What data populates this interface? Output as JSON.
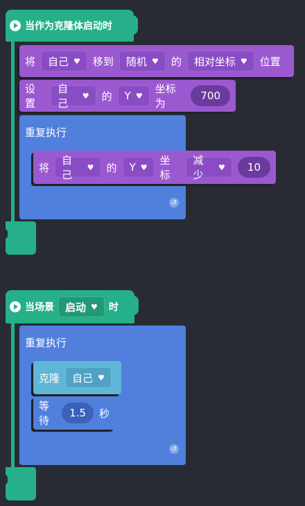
{
  "script1": {
    "hat_label": "当作为克隆体启动时",
    "move_block": {
      "prefix": "将",
      "target": "自己",
      "middle": "移到",
      "dest": "随机",
      "of": "的",
      "mode": "相对坐标",
      "suffix": "位置"
    },
    "set_y_block": {
      "prefix": "设置",
      "target": "自己",
      "of": "的",
      "axis": "Y",
      "middle": "坐标为",
      "value": "700"
    },
    "repeat_label": "重复执行",
    "change_y_block": {
      "prefix": "将",
      "target": "自己",
      "of": "的",
      "axis": "Y",
      "middle": "坐标",
      "op": "减少",
      "value": "10"
    }
  },
  "script2": {
    "hat_prefix": "当场景",
    "scene": "启动",
    "hat_suffix": "时",
    "repeat_label": "重复执行",
    "clone_block": {
      "prefix": "克隆",
      "target": "自己"
    },
    "wait_block": {
      "prefix": "等待",
      "value": "1.5",
      "suffix": "秒"
    }
  },
  "colors": {
    "event": "#25b089",
    "motion": "#9b59d0",
    "control": "#5080dc",
    "clone": "#5fb6d6",
    "background": "#282b33"
  },
  "icons": {
    "hat": "play-circle-icon",
    "dropdown": "heart-dropdown-icon",
    "loop": "loop-arrow-icon"
  }
}
